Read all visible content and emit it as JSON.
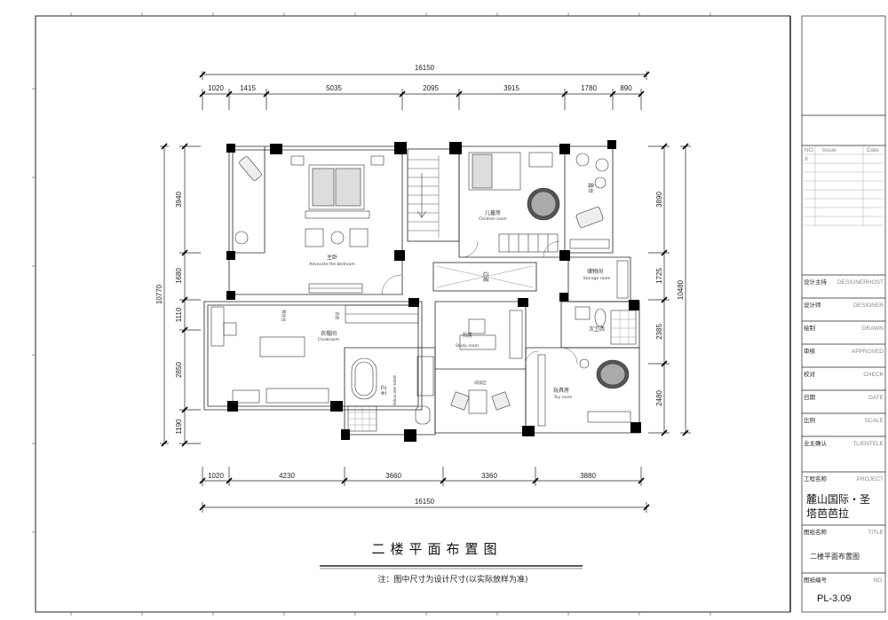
{
  "plan": {
    "dims_top": {
      "total": "16150",
      "segments": [
        "1020",
        "1415",
        "5035",
        "2095",
        "3915",
        "1780",
        "890"
      ]
    },
    "dims_bottom": {
      "total": "16150",
      "segments": [
        "1020",
        "4230",
        "3660",
        "3360",
        "3880"
      ]
    },
    "dims_left": {
      "total": "10770",
      "segments": [
        "3940",
        "1680",
        "1110",
        "2850",
        "1190"
      ]
    },
    "dims_right": {
      "total": "10480",
      "segments": [
        "3890",
        "1725",
        "2385",
        "2480"
      ]
    },
    "rooms": {
      "master_cn": "主卧",
      "master_en": "Advocate the bedroom",
      "children_cn": "儿童房",
      "children_en": "Children room",
      "balcony_cn": "露台",
      "storage_cn": "储物间",
      "storage_en": "Storage room",
      "cloak_cn": "衣帽间",
      "cloak_en": "Cloakroom",
      "study_cn": "书房",
      "study_en": "Study room",
      "toilet_cn": "主卫",
      "toilet_en": "Advocate toilet",
      "second_bath_cn": "次卫西",
      "toy_cn": "玩具房",
      "toy_en": "Toy room",
      "corridor_cn": "过道",
      "reading_cn": "阅读区",
      "small_a": "梳妆台",
      "small_b": "衣柜"
    }
  },
  "drawing": {
    "title": "二楼平面布置图",
    "note": "注：图中尺寸为设计尺寸(以实际放样为准)"
  },
  "title_block": {
    "issue_no": "NO.",
    "issue_label": "Issue",
    "issue_date": "Date",
    "issue_x": "X",
    "rows": [
      {
        "cn": "设计主持",
        "en": "DESIGNERHOST"
      },
      {
        "cn": "设计师",
        "en": "DESIGNER"
      },
      {
        "cn": "绘制",
        "en": "DRAWN"
      },
      {
        "cn": "审核",
        "en": "APPROVED"
      },
      {
        "cn": "校对",
        "en": "CHECK"
      },
      {
        "cn": "日期",
        "en": "DATE"
      },
      {
        "cn": "比例",
        "en": "SCALE"
      },
      {
        "cn": "业主确认",
        "en": "TLIENTELE"
      }
    ],
    "project_cn": "工程名称",
    "project_en": "PROJECT",
    "project_line1": "麓山国际・圣",
    "project_line2": "塔芭芭拉",
    "sheet_title_cn": "图纸名称",
    "sheet_title_en": "TITLE",
    "sheet_title": "二楼平面布置图",
    "sheet_no_cn": "图纸编号",
    "sheet_no_en": "NO.",
    "sheet_no": "PL-3.09"
  },
  "colors": {
    "line": "#222222",
    "wall": "#000000",
    "light": "#999999"
  }
}
